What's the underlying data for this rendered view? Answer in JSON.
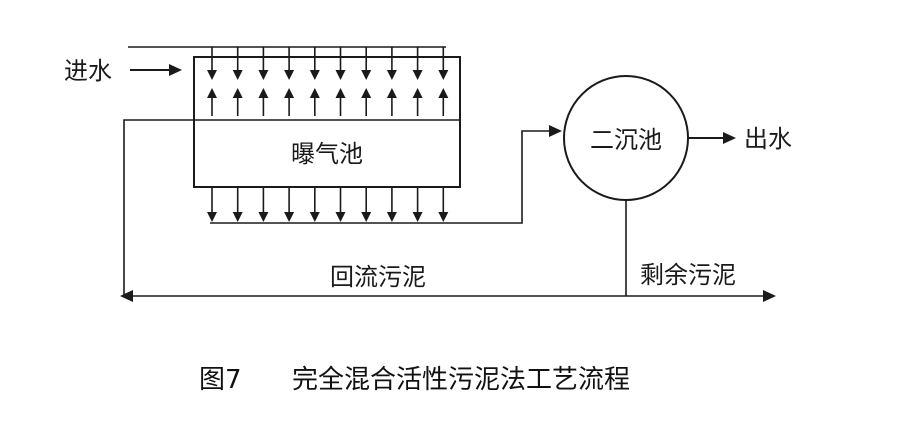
{
  "labels": {
    "inflow": "进水",
    "aeration_tank": "曝气池",
    "secondary_clarifier": "二沉池",
    "outflow": "出水",
    "return_sludge": "回流污泥",
    "excess_sludge": "剩余污泥"
  },
  "caption": {
    "figure_number": "图7",
    "title": "完全混合活性污泥法工艺流程"
  },
  "colors": {
    "line": "#1a1a1a",
    "background": "#ffffff"
  }
}
